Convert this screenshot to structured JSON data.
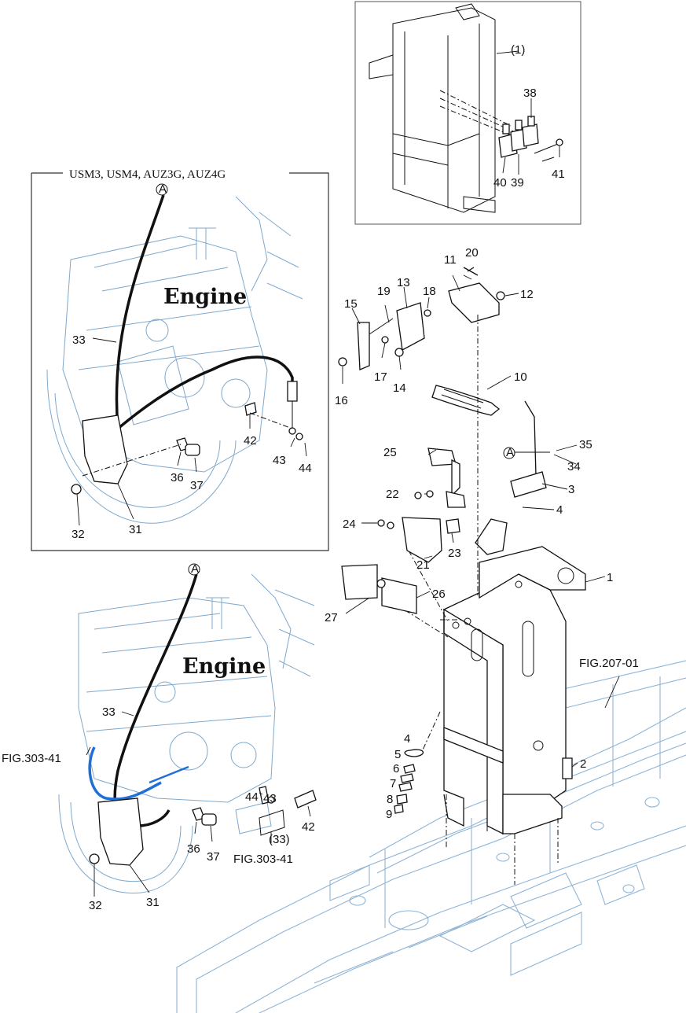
{
  "inset_header": "USM3, USM4, AUZ3G, AUZ4G",
  "engine_label": "Engine",
  "cable_end_marker": "A",
  "part_labels": {
    "p1_sub": "(1)",
    "p38": "38",
    "p39": "39",
    "p40": "40",
    "p41": "41",
    "p20": "20",
    "p11": "11",
    "p12": "12",
    "p13": "13",
    "p18": "18",
    "p19": "19",
    "p15": "15",
    "p17": "17",
    "p14": "14",
    "p16": "16",
    "p10": "10",
    "p35": "35",
    "p34": "34",
    "p3": "3",
    "p4a": "4",
    "p25": "25",
    "p22": "22",
    "p24": "24",
    "p23": "23",
    "p21": "21",
    "p26": "26",
    "p27": "27",
    "p1": "1",
    "p4b": "4",
    "p5": "5",
    "p6": "6",
    "p7": "7",
    "p8": "8",
    "p9": "9",
    "p2": "2",
    "i33": "33",
    "i42": "42",
    "i43": "43",
    "i44": "44",
    "i36": "36",
    "i37": "37",
    "i32": "32",
    "i31": "31",
    "b33": "33",
    "b44": "44",
    "b43": "43",
    "b42": "42",
    "b36": "36",
    "b37": "37",
    "b33p": "(33)",
    "b32": "32",
    "b31": "31"
  },
  "fig_refs": {
    "frame": "FIG.207-01",
    "harness_left": "FIG.303-41",
    "harness_bottom": "FIG.303-41"
  },
  "colors": {
    "line": "#111111",
    "engine_outline": "#7fa8cc",
    "frame_outline": "#8fb4d6",
    "cable_highlight": "#1f6fd6"
  }
}
